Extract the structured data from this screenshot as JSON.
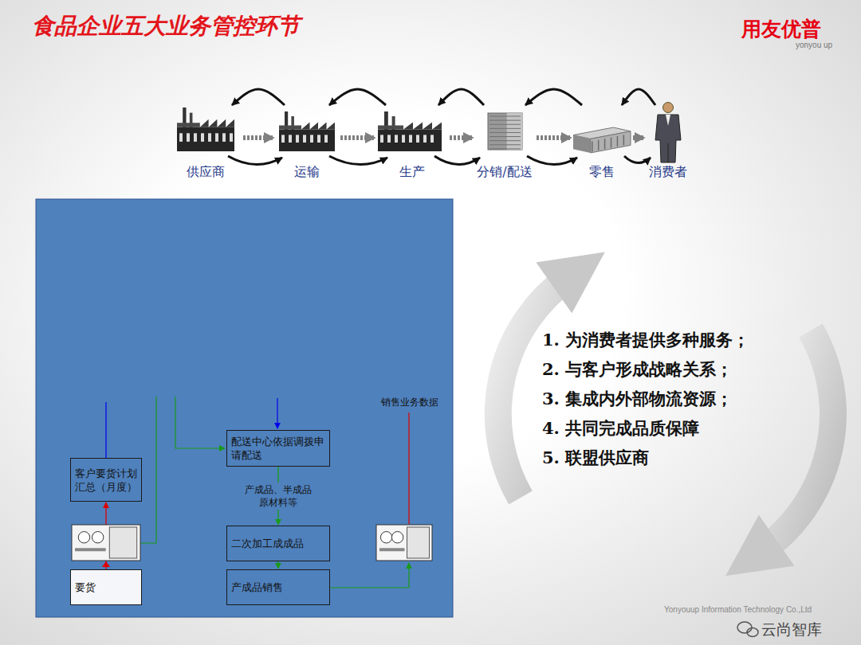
{
  "diagram": {
    "title": "食品企业五大业务管控环节",
    "nodes": [
      {
        "text": [
          "供应商"
        ]
      },
      {
        "text": [
          "运输"
        ]
      },
      {
        "text": [
          "生产"
        ]
      },
      {
        "text": [
          "分销/配送"
        ]
      },
      {
        "text": [
          "零售"
        ]
      },
      {
        "text": [
          "消费者"
        ]
      },
      {
        "text": [
          "配送中心依据调拨申请配送"
        ]
      },
      {
        "text": [
          "客户要货计划汇总（月度）"
        ]
      },
      {
        "text": [
          "二次加工成成品"
        ]
      },
      {
        "text": [
          "要货"
        ]
      },
      {
        "text": [
          "产成品销售"
        ]
      }
    ],
    "edges": [
      {
        "from": 0,
        "to": 1,
        "arrow": "to"
      },
      {
        "from": 1,
        "to": 2,
        "arrow": "to"
      },
      {
        "from": 2,
        "to": 3,
        "arrow": "to"
      },
      {
        "from": 3,
        "to": 4,
        "arrow": "to"
      },
      {
        "from": 4,
        "to": 5,
        "arrow": "to"
      },
      {
        "from": 1,
        "to": 0,
        "arrow": "to"
      },
      {
        "from": 2,
        "to": 1,
        "arrow": "to"
      },
      {
        "from": 3,
        "to": 2,
        "arrow": "to"
      },
      {
        "from": 4,
        "to": 3,
        "arrow": "to"
      },
      {
        "from": 5,
        "to": 4,
        "arrow": "to"
      },
      {
        "from": 9,
        "to": 7,
        "arrow": "to"
      },
      {
        "from": 6,
        "to": 8,
        "label": "产成品、半成品 原材料等",
        "arrow": "to"
      },
      {
        "from": 8,
        "to": 10,
        "arrow": "to"
      }
    ],
    "labels": [
      "销售业务数据",
      "1. 为消费者提供多种服务；",
      "2. 与客户形成战略关系；",
      "3. 集成内外部物流资源；",
      "4. 共同完成品质保障",
      "5. 联盟供应商",
      "用友优普",
      "yonyou up",
      "云尚智库",
      "Yonyouup Information Technology Co.,Ltd"
    ]
  }
}
